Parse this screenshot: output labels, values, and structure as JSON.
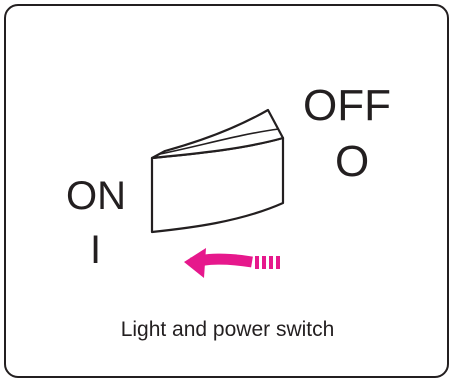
{
  "labels": {
    "off_word": "OFF",
    "off_symbol": "O",
    "on_word": "ON",
    "on_symbol": "I"
  },
  "caption": "Light and power switch",
  "colors": {
    "line": "#231f20",
    "arrow": "#e6188c",
    "background": "#ffffff"
  },
  "icons": {
    "rocker": "rocker-switch-icon",
    "arrow": "curved-arrow-icon"
  }
}
